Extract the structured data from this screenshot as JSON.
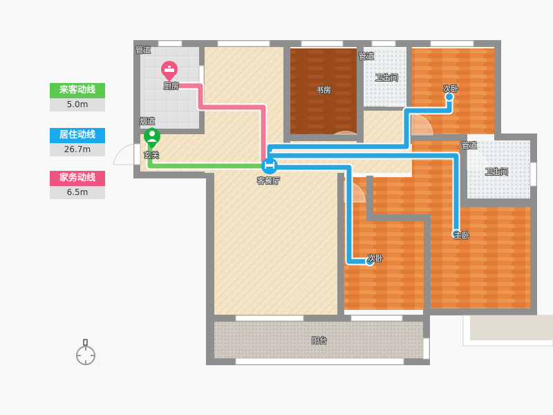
{
  "legend": [
    {
      "label": "来客动线",
      "value": "5.0m",
      "color": "#5cc94f"
    },
    {
      "label": "居住动线",
      "value": "26.7m",
      "color": "#18a9ee"
    },
    {
      "label": "家务动线",
      "value": "6.5m",
      "color": "#f0557f"
    }
  ],
  "rooms": {
    "kitchen": "厨房",
    "study": "书房",
    "bath_top": "卫生间",
    "bedroom_ne": "次卧",
    "bath_right": "卫生间",
    "entrance": "玄关",
    "living_dining": "客餐厅",
    "bedroom_s": "次卧",
    "master_bedroom": "主卧",
    "balcony": "阳台"
  },
  "annotations": {
    "duct_kitchen": "管道",
    "flue": "烟道",
    "duct_bath_top": "管道",
    "duct_bath_right": "管道"
  },
  "compass": {
    "north_marker": "▯"
  },
  "colors": {
    "wall": "#8f8f8f",
    "wood": "#e8873f",
    "dark_wood": "#9b4a1c",
    "living_floor": "#f3e4c5",
    "tile": "#e4e8ea",
    "balcony": "#cfc9c2",
    "guest_route": "#6dc95b",
    "living_route": "#2aa4dc",
    "chore_route": "#f07a96"
  }
}
